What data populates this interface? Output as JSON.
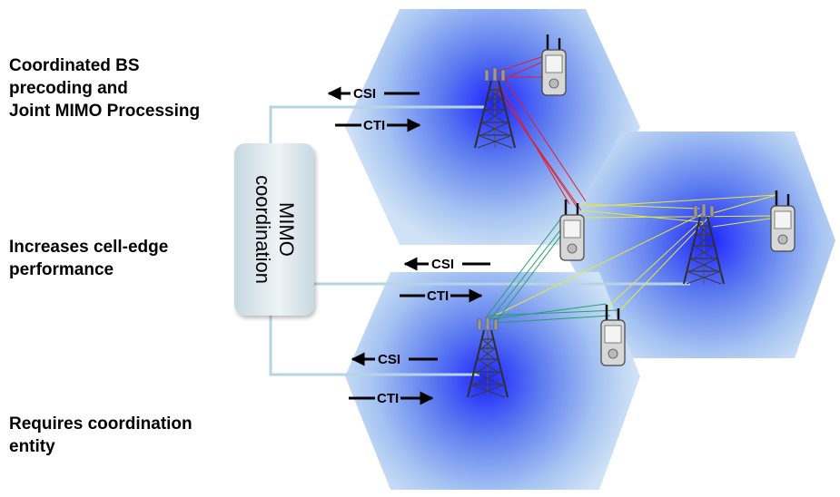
{
  "labels": {
    "top": [
      "Coordinated BS",
      "precoding and",
      "Joint MIMO Processing"
    ],
    "middle": [
      "Increases cell-edge",
      "performance"
    ],
    "bottom": [
      "Requires coordination",
      "entity"
    ]
  },
  "coordination_box": {
    "lines": [
      "MIMO",
      "coordination"
    ]
  },
  "link_labels": {
    "csi": "CSI",
    "cti": "CTI"
  },
  "colors": {
    "cell_center": "#1c24ff",
    "cell_edge": "#c4dcf4",
    "backhaul_line": "#b7d3e6",
    "link_red": "#e0202a",
    "link_yellow": "#e8e83a",
    "link_green": "#22a06b"
  },
  "icons": {
    "base_station": "tower-icon",
    "user_device": "handheld-device-icon"
  }
}
